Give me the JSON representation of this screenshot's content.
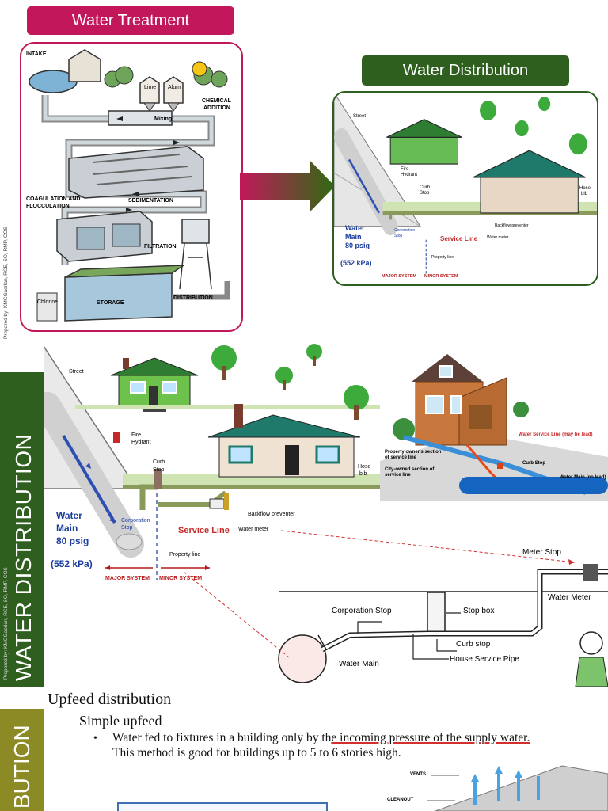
{
  "slide1": {
    "treatment_title": "Water Treatment",
    "distribution_title": "Water Distribution",
    "credit": "Prepared by: KMCGaerlan, RCE, SO, RMP, COS",
    "treatment_labels": {
      "intake": "INTAKE",
      "lime": "Lime",
      "alum": "Alum",
      "chemical_addition_1": "CHEMICAL",
      "chemical_addition_2": "ADDITION",
      "mixing": "Mixing",
      "coagulation_1": "COAGULATION AND",
      "coagulation_2": "FLOCCULATION",
      "sedimentation": "SEDIMENTATION",
      "filtration": "FILTRATION",
      "chlorine": "Chlorine",
      "storage": "STORAGE",
      "distribution": "DISTRIBUTION"
    }
  },
  "diagram": {
    "street": "Street",
    "fire_hydrant_1": "Fire",
    "fire_hydrant_2": "Hydrant",
    "curb_stop_1": "Curb",
    "curb_stop_2": "Stop",
    "water_main_1": "Water",
    "water_main_2": "Main",
    "water_main_3": "80 psig",
    "kpa": "(552 kPa)",
    "corporation_stop_1": "Corporation",
    "corporation_stop_2": "Stop",
    "service_line": "Service Line",
    "backflow": "Backflow preventer",
    "water_meter": "Water meter",
    "property_line": "Property line",
    "major_system": "MAJOR SYSTEM",
    "minor_system": "MINOR SYSTEM",
    "hose_bib_1": "Hose",
    "hose_bib_2": "bib"
  },
  "slide2": {
    "side_title": "WATER DISTRIBUTION",
    "credit": "Prepared by: KMCGaerlan, RCE, SO, RMP, COS",
    "house_diagram": {
      "water_service_line": "Water Service Line (may be lead)",
      "property_owner_1": "Property owner's section",
      "property_owner_2": "of service line",
      "city_owned_1": "City-owned section of",
      "city_owned_2": "service line",
      "curb_stop": "Curb Stop",
      "water_main_no_lead": "Water Main (no lead)"
    },
    "meter_diagram": {
      "meter_stop": "Meter Stop",
      "water_meter": "Water Meter",
      "corporation_stop": "Corporation Stop",
      "stop_box": "Stop box",
      "curb_stop": "Curb stop",
      "house_service_pipe": "House Service Pipe",
      "water_main": "Water Main"
    }
  },
  "slide3": {
    "side_title": "BUTION",
    "heading": "Upfeed distribution",
    "subheading": "Simple upfeed",
    "dash": "–",
    "bullet": "•",
    "bullet_line1_a": "Water fed to fixtures in a building only by th",
    "bullet_line1_b": "e incoming pressure of the supply water.",
    "bullet_line2": "This method is good for buildings up to 5 to 6 stories high.",
    "vents": "VENTS",
    "cleanout": "CLEANOUT"
  },
  "colors": {
    "pink": "#c2185b",
    "green": "#2e5f1f",
    "olive": "#8c8a25",
    "annot_red": "#d32f2f"
  }
}
